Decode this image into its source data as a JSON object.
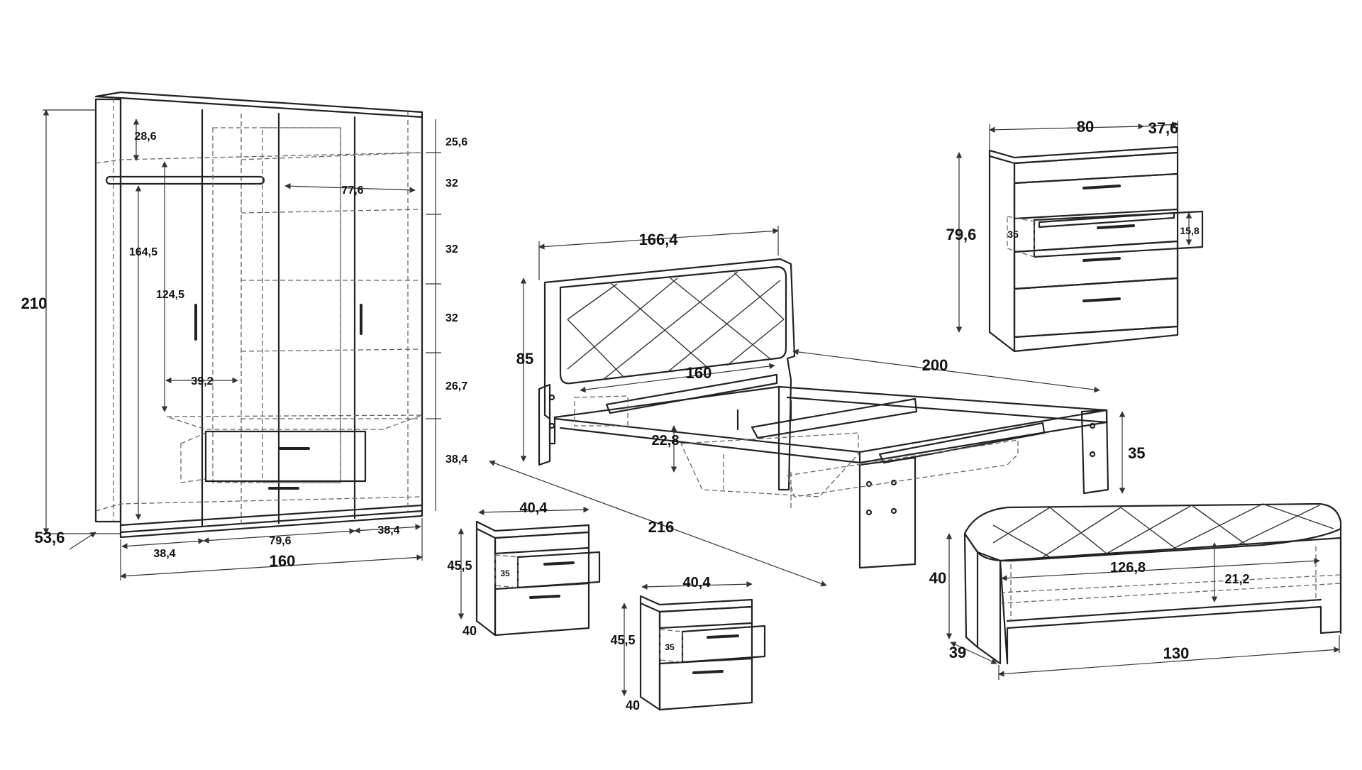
{
  "wardrobe": {
    "height": "210",
    "depth": "53,6",
    "width": "160",
    "top_shelf": "28,6",
    "hanging_height": "164,5",
    "inner_height": "124,5",
    "inner_width": "39,2",
    "shelf_width": "77,6",
    "top_gap": "25,6",
    "shelf_1": "32",
    "shelf_2": "32",
    "shelf_3": "32",
    "shelf_4": "26,7",
    "drawer_height": "38,4",
    "left_section": "38,4",
    "middle_section": "79,6",
    "right_section": "38,4"
  },
  "bed": {
    "headboard_width": "166,4",
    "headboard_height": "85",
    "mattress_width": "160",
    "mattress_length": "200",
    "total_length": "216",
    "frame_height": "35",
    "storage_height": "22,8"
  },
  "chest": {
    "width": "80",
    "depth": "37,6",
    "height": "79,6",
    "drawer_depth": "35",
    "drawer_height": "15,8"
  },
  "nightstand_1": {
    "width": "40,4",
    "height": "45,5",
    "depth": "40",
    "drawer_depth": "35"
  },
  "nightstand_2": {
    "width": "40,4",
    "height": "45,5",
    "depth": "40",
    "drawer_depth": "35"
  },
  "bench": {
    "height": "40",
    "depth": "39",
    "width": "130",
    "inner_width": "126,8",
    "inner_height": "21,2"
  }
}
